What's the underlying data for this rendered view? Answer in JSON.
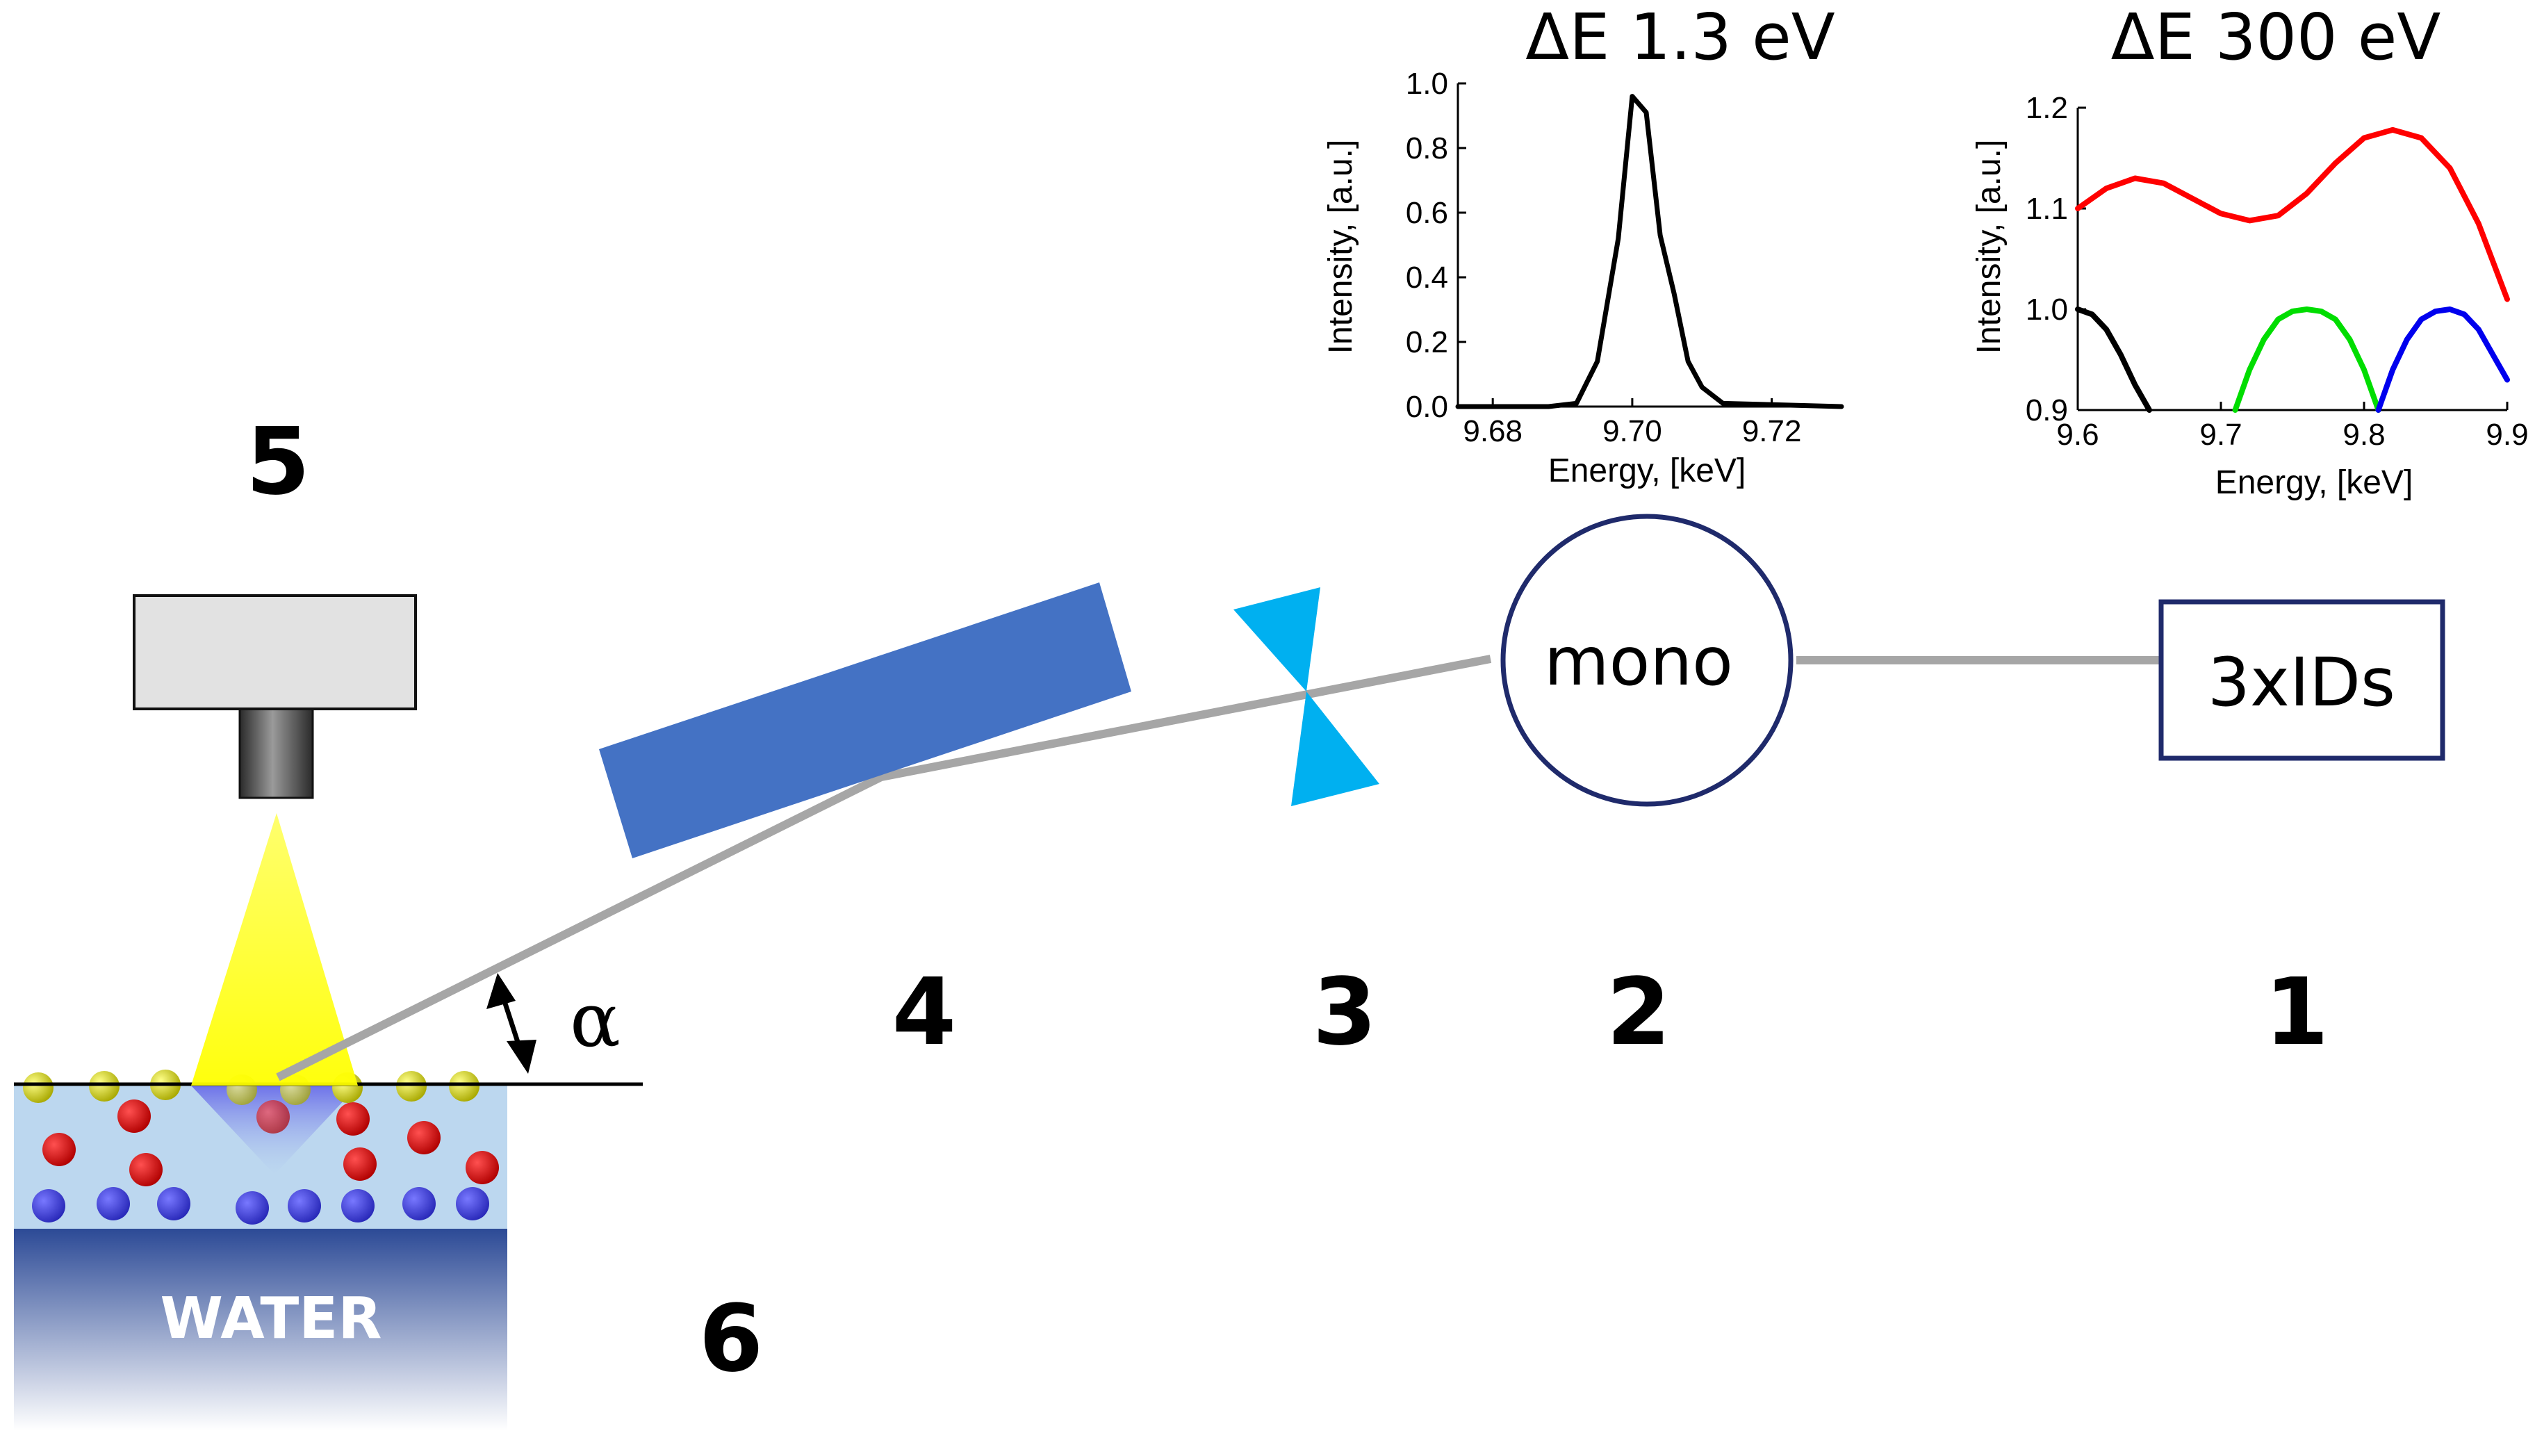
{
  "labels": {
    "n1": "1",
    "n2": "2",
    "n3": "3",
    "n4": "4",
    "n5": "5",
    "n6": "6",
    "mono": "mono",
    "detector": "3xIDs",
    "water": "WATER",
    "angle": "α"
  },
  "colors": {
    "beam": "#a6a6a6",
    "mirror": "#4472c4",
    "slit": "#00b0f0",
    "frame_navy": "#1f2a6b",
    "fluorescence": "#ffff33",
    "water_layer": "#bcd7ef",
    "water_bulk": "#2c4a96",
    "atom_yellow": "#d8d800",
    "atom_red": "#e00000",
    "atom_blue": "#4040e0"
  },
  "chart_data": [
    {
      "type": "line",
      "title": "ΔE 1.3 eV",
      "xlabel": "Energy, [keV]",
      "ylabel": "Intensity, [a.u.]",
      "xlim": [
        9.675,
        9.73
      ],
      "ylim": [
        0,
        1.0
      ],
      "xticks": [
        "9.68",
        "9.70",
        "9.72"
      ],
      "yticks": [
        "0.0",
        "0.2",
        "0.4",
        "0.6",
        "0.8",
        "1.0"
      ],
      "series": [
        {
          "color": "#000000",
          "x": [
            9.675,
            9.688,
            9.692,
            9.695,
            9.698,
            9.7,
            9.702,
            9.704,
            9.706,
            9.708,
            9.71,
            9.713,
            9.73
          ],
          "y": [
            0.0,
            0.0,
            0.01,
            0.14,
            0.52,
            0.96,
            0.91,
            0.53,
            0.35,
            0.14,
            0.06,
            0.01,
            0.0
          ]
        }
      ]
    },
    {
      "type": "line",
      "title": "ΔE 300 eV",
      "xlabel": "Energy, [keV]",
      "ylabel": "Intensity, [a.u.]",
      "xlim": [
        9.6,
        9.9
      ],
      "ylim": [
        0.9,
        1.2
      ],
      "xticks": [
        "9.6",
        "9.7",
        "9.8",
        "9.9"
      ],
      "yticks": [
        "0.9",
        "1.0",
        "1.1",
        "1.2"
      ],
      "series": [
        {
          "color": "#ff0000",
          "x": [
            9.6,
            9.62,
            9.64,
            9.66,
            9.68,
            9.7,
            9.72,
            9.74,
            9.76,
            9.78,
            9.8,
            9.82,
            9.84,
            9.86,
            9.88,
            9.9
          ],
          "y": [
            1.1,
            1.12,
            1.13,
            1.125,
            1.11,
            1.095,
            1.088,
            1.093,
            1.115,
            1.145,
            1.17,
            1.178,
            1.17,
            1.14,
            1.085,
            1.01
          ]
        },
        {
          "color": "#000000",
          "x": [
            9.6,
            9.61,
            9.62,
            9.63,
            9.64,
            9.65
          ],
          "y": [
            1.0,
            0.995,
            0.98,
            0.955,
            0.925,
            0.9
          ]
        },
        {
          "color": "#00dd00",
          "x": [
            9.71,
            9.72,
            9.73,
            9.74,
            9.75,
            9.76,
            9.77,
            9.78,
            9.79,
            9.8,
            9.81
          ],
          "y": [
            0.9,
            0.94,
            0.97,
            0.99,
            0.998,
            1.0,
            0.998,
            0.99,
            0.97,
            0.94,
            0.9
          ]
        },
        {
          "color": "#0000ee",
          "x": [
            9.81,
            9.82,
            9.83,
            9.84,
            9.85,
            9.86,
            9.87,
            9.88,
            9.89,
            9.9
          ],
          "y": [
            0.9,
            0.94,
            0.97,
            0.99,
            0.998,
            1.0,
            0.995,
            0.98,
            0.955,
            0.93
          ]
        }
      ]
    }
  ]
}
